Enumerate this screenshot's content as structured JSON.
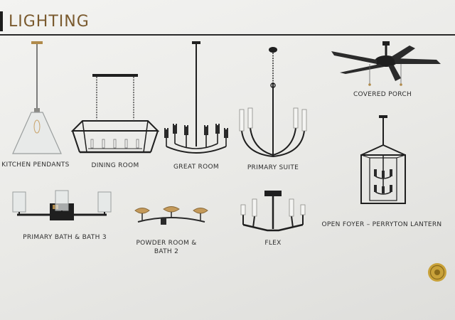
{
  "page": {
    "title": "LIGHTING",
    "accent_color": "#7a5a2e"
  },
  "fixtures": [
    {
      "label": "KITCHEN PENDANTS",
      "icon": "cone-pendant-icon"
    },
    {
      "label": "DINING ROOM",
      "icon": "linear-lantern-icon"
    },
    {
      "label": "GREAT ROOM",
      "icon": "candle-chandelier-icon"
    },
    {
      "label": "PRIMARY SUITE",
      "icon": "curved-chandelier-icon"
    },
    {
      "label": "COVERED PORCH",
      "icon": "ceiling-fan-icon"
    },
    {
      "label": "OPEN FOYER – PERRYTON LANTERN",
      "icon": "foyer-lantern-icon"
    },
    {
      "label": "PRIMARY BATH & BATH 3",
      "icon": "vanity-light-icon"
    },
    {
      "label": "POWDER ROOM & BATH 2",
      "icon": "brass-vanity-icon"
    },
    {
      "label": "FLEX",
      "icon": "semi-flush-icon"
    }
  ]
}
